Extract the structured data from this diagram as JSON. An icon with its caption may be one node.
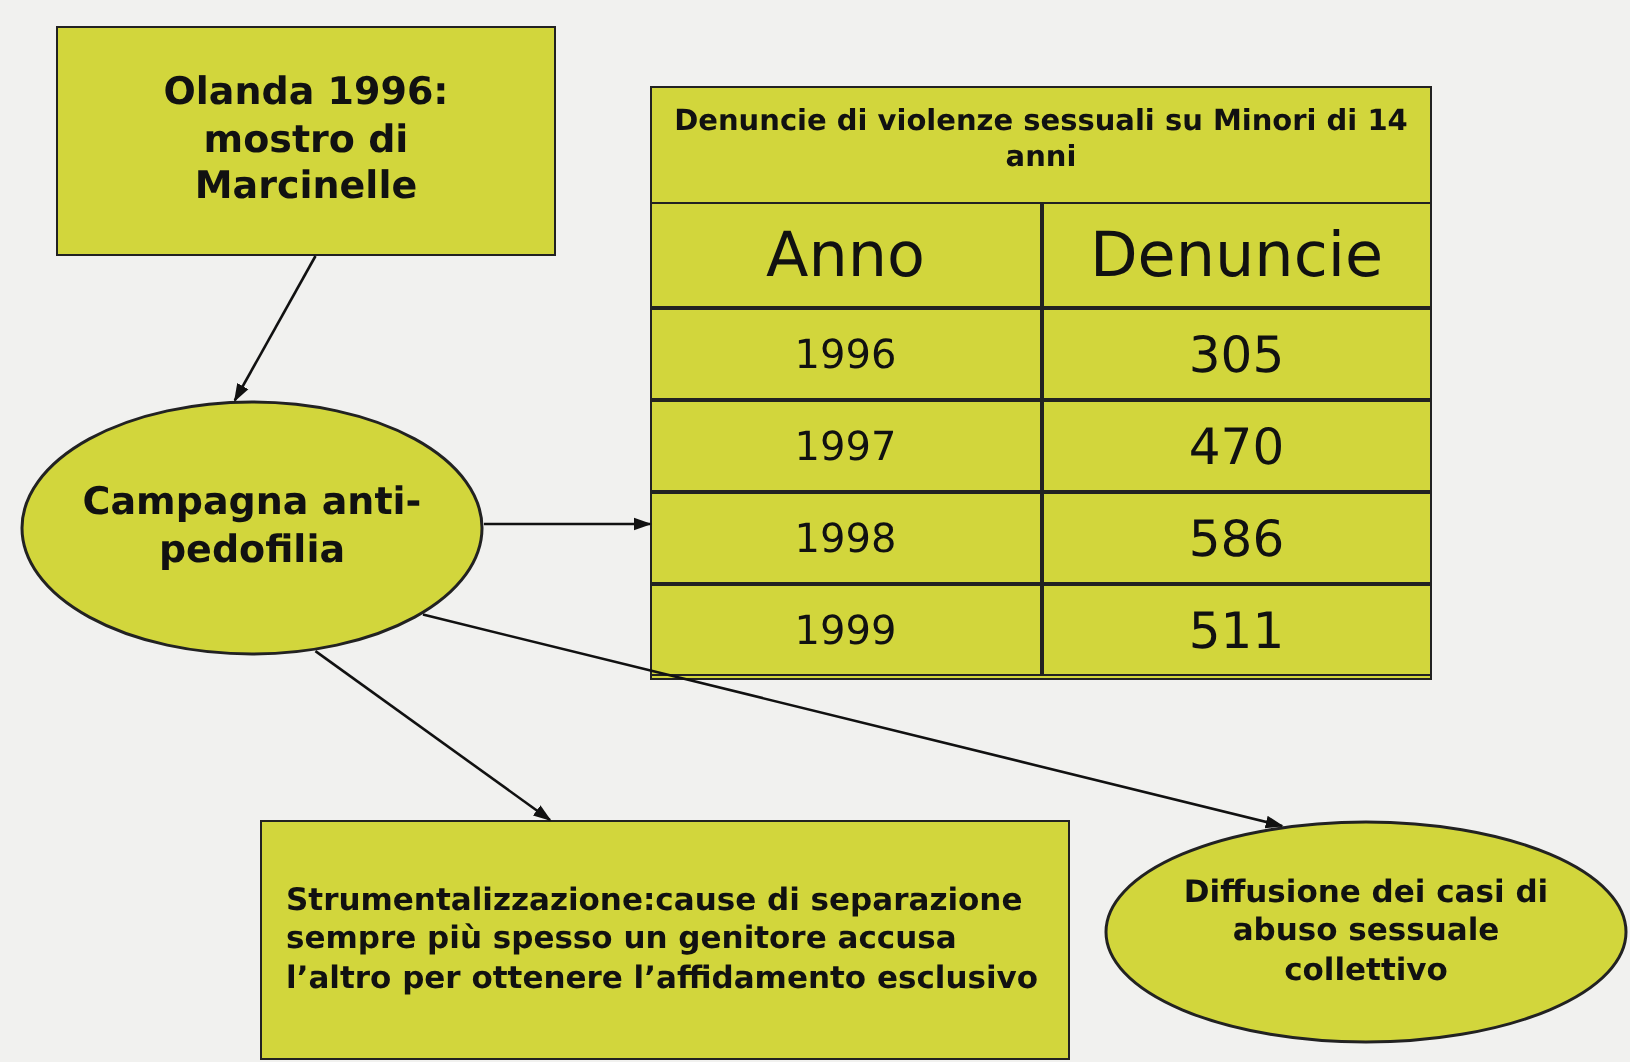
{
  "diagram": {
    "nodes": [
      {
        "text": [
          "Olanda 1996: mostro di Marcinelle"
        ]
      },
      {
        "text": [
          "Campagna anti-pedofilia"
        ]
      },
      {
        "text": [
          "Denuncie di violenze sessuali su Minori di 14 anni"
        ]
      },
      {
        "text": [
          "Strumentalizzazione:cause di separazione sempre più spesso un genitore accusa l’altro per ottenere l’affidamento esclusivo"
        ]
      },
      {
        "text": [
          "Diffusione dei casi di abuso sessuale collettivo"
        ]
      }
    ],
    "edges": [
      {
        "from": 0,
        "to": 1,
        "arrow": "to"
      },
      {
        "from": 1,
        "to": 2,
        "arrow": "to"
      },
      {
        "from": 1,
        "to": 3,
        "arrow": "to"
      },
      {
        "from": 1,
        "to": 4,
        "arrow": "to"
      }
    ],
    "labels": [
      "Anno",
      "Denuncie",
      "1996",
      "305",
      "1997",
      "470",
      "1998",
      "586",
      "1999",
      "511"
    ]
  }
}
